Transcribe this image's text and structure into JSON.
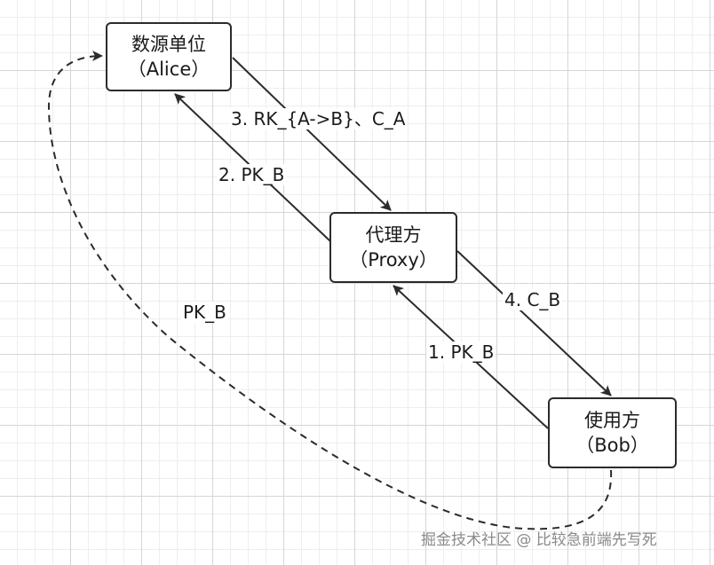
{
  "nodes": {
    "alice": {
      "name": "数源单位",
      "role": "（Alice）"
    },
    "proxy": {
      "name": "代理方",
      "role": "（Proxy）"
    },
    "bob": {
      "name": "使用方",
      "role": "（Bob）"
    }
  },
  "edges": {
    "alice_to_proxy": "3. RK_{A->B}、C_A",
    "proxy_to_alice": "2. PK_B",
    "bob_to_alice_dashed": "PK_B",
    "proxy_to_bob": "4. C_B",
    "bob_to_proxy": "1. PK_B"
  },
  "watermark": "掘金技术社区 @ 比较急前端先写死",
  "colors": {
    "line": "#2b2b2b",
    "grid_major": "#d6d6d6",
    "grid_minor": "#eeeeee",
    "watermark": "#8a8a8a"
  }
}
